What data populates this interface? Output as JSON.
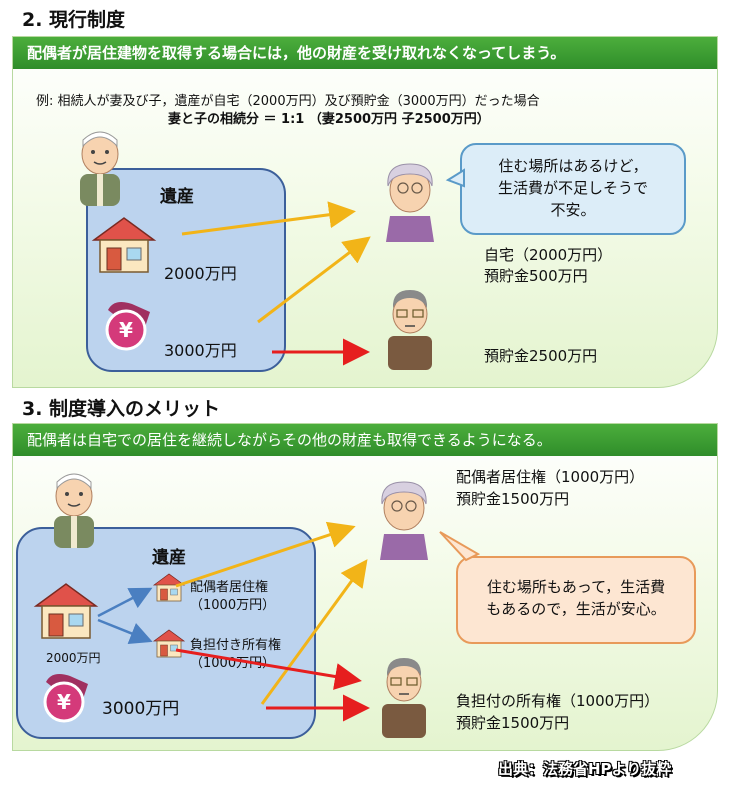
{
  "section2": {
    "title": "2. 現行制度",
    "banner": "配偶者が居住建物を取得する場合には，他の財産を受け取れなくなってしまう。",
    "example_line": "例:  相続人が妻及び子，遺産が自宅（2000万円）及び預貯金（3000万円）だった場合",
    "share_line": "妻と子の相続分  ＝  1:1 （妻2500万円    子2500万円）",
    "estate_label": "遺産",
    "house_value": "2000万円",
    "savings_value": "3000万円",
    "wife_bubble": [
      "住む場所はあるけど，",
      "生活費が不足しそうで",
      "不安。"
    ],
    "wife_share_home": "自宅（2000万円）",
    "wife_share_savings": "預貯金500万円",
    "child_share": "預貯金2500万円"
  },
  "section3": {
    "title": "3. 制度導入のメリット",
    "banner": "配偶者は自宅での居住を継続しながらその他の財産も取得できるようになる。",
    "estate_label": "遺産",
    "house_value": "2000万円",
    "right1_name": "配偶者居住権",
    "right1_value": "（1000万円）",
    "right2_name": "負担付き所有権",
    "right2_value": "（1000万円）",
    "savings_value": "3000万円",
    "wife_share_right": "配偶者居住権（1000万円）",
    "wife_share_savings": "預貯金1500万円",
    "wife_bubble": [
      "住む場所もあって，生活費",
      "もあるので，生活が安心。"
    ],
    "child_share_right": "負担付の所有権（1000万円）",
    "child_share_savings": "預貯金1500万円"
  },
  "source": "出典：法務省HPより抜粋",
  "colors": {
    "banner_green": "#3a9a33",
    "estate_blue": "#bcd3ee",
    "arrow_yellow": "#f2b418",
    "arrow_red": "#e61e1e",
    "arrow_blue": "#4a7fc1",
    "bubble2_fill": "#dcedf8",
    "bubble3_fill": "#fde6d2",
    "bubble3_border": "#e89a5a"
  }
}
